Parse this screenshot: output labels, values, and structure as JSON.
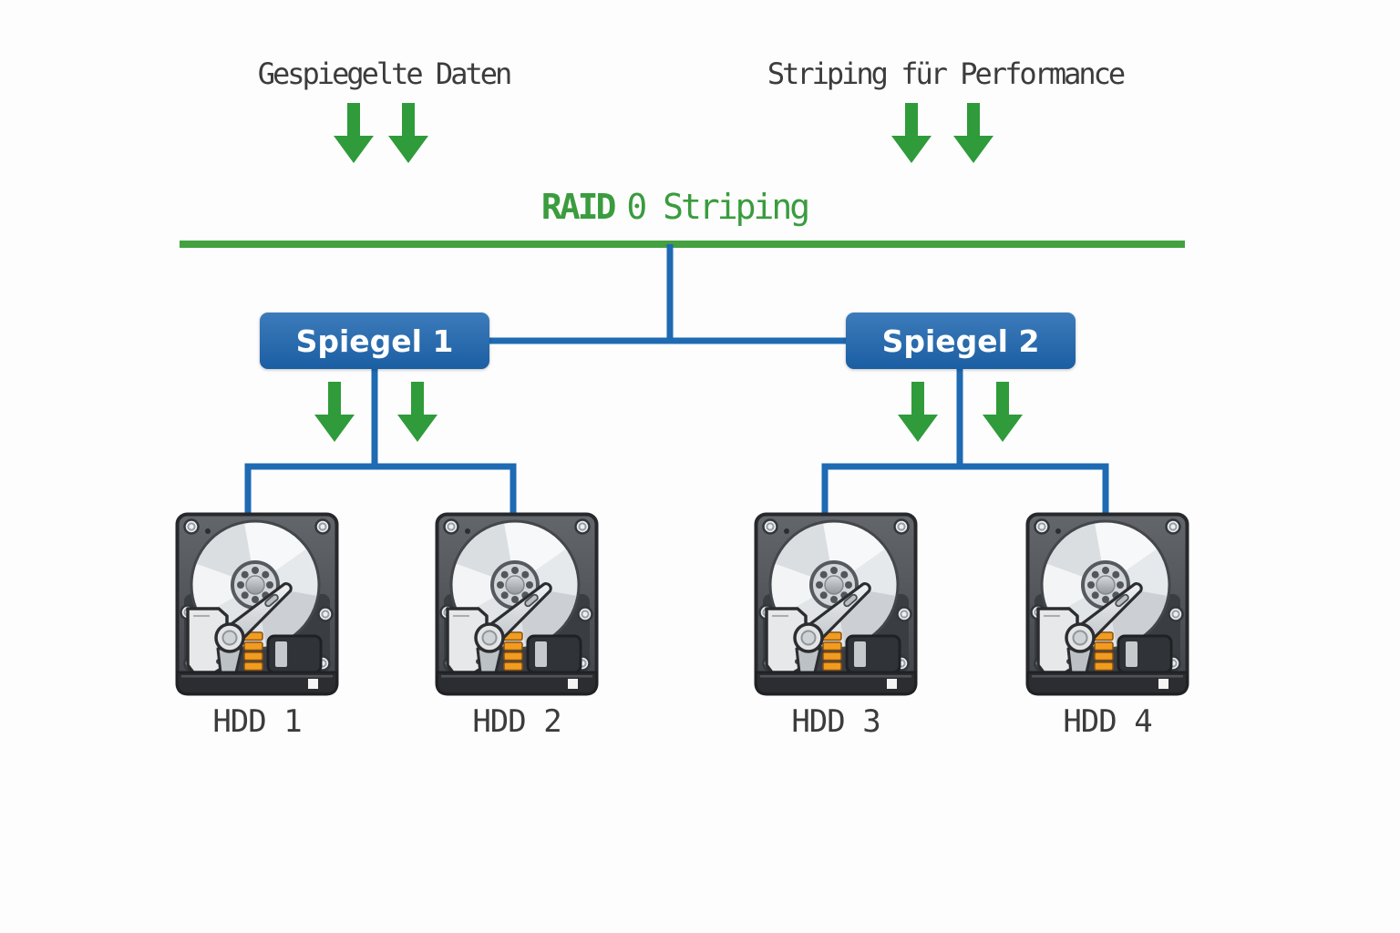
{
  "colors": {
    "background": "#fdfdfd",
    "green_line": "#43a13f",
    "green_arrow": "#2f9b3a",
    "green_title": "#3a9c3e",
    "blue_box": "#1d66b0",
    "blue_line": "#1e6ab3",
    "label_text": "#3c3c3c"
  },
  "annotations": {
    "mirrored_label": "Gespiegelte Daten",
    "striping_label": "Striping für Performance"
  },
  "bus": {
    "title_bold": "RAID",
    "title_regular": "0 Striping"
  },
  "mirrors": [
    {
      "label": "Spiegel 1"
    },
    {
      "label": "Spiegel 2"
    }
  ],
  "drives": [
    {
      "label": "HDD 1"
    },
    {
      "label": "HDD 2"
    },
    {
      "label": "HDD 3"
    },
    {
      "label": "HDD 4"
    }
  ],
  "icons": {
    "down_arrow": "down-arrow-icon",
    "hdd": "hdd-icon"
  }
}
